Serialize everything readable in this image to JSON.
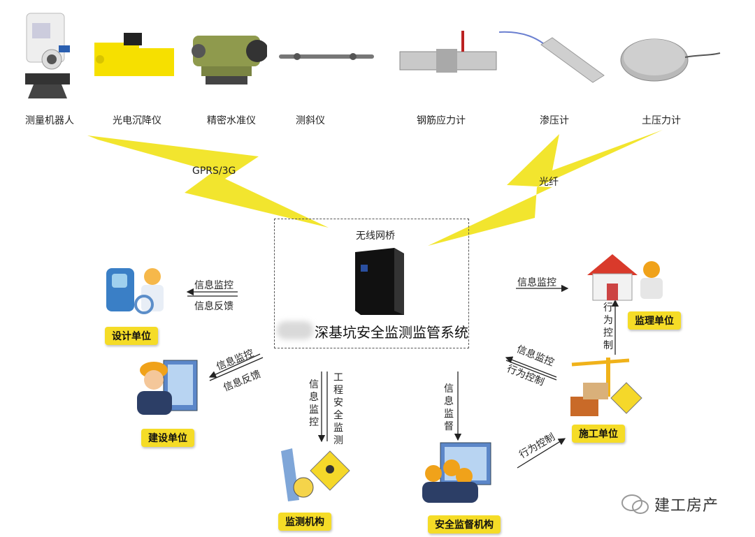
{
  "devices": [
    {
      "label": "测量机器人",
      "icon": "total-station-robot-icon"
    },
    {
      "label": "光电沉降仪",
      "icon": "photoelectric-settlement-gauge-icon"
    },
    {
      "label": "精密水准仪",
      "icon": "precision-level-icon"
    },
    {
      "label": "测斜仪",
      "icon": "inclinometer-icon"
    },
    {
      "label": "钢筋应力计",
      "icon": "rebar-stress-meter-icon"
    },
    {
      "label": "渗压计",
      "icon": "piezometer-icon"
    },
    {
      "label": "土压力计",
      "icon": "earth-pressure-cell-icon"
    }
  ],
  "links": {
    "gprs": "GPRS/3G",
    "fiber": "光纤"
  },
  "center": {
    "bridge_label": "无线网桥",
    "system_title": "深基坑安全监测监管系统"
  },
  "units": {
    "design": "设计单位",
    "owner": "建设单位",
    "monitor": "监测机构",
    "safety": "安全监督机构",
    "construction": "施工单位",
    "supervision": "监理单位"
  },
  "arrows": {
    "design_monitor": "信息监控",
    "design_feedback": "信息反馈",
    "owner_monitor": "信息监控",
    "owner_feedback": "信息反馈",
    "monitor_info": "信息监控",
    "monitor_engineering": "工程安全监测",
    "safety_supervise": "信息监督",
    "supervision_monitor": "信息监控",
    "construction_monitor": "信息监控",
    "construction_control": "行为控制",
    "supervision_control": "行为控制",
    "safety_control": "行为控制"
  },
  "colors": {
    "lightning": "#f2e52e",
    "unit_box": "#f5dc27"
  },
  "watermark": "建工房产"
}
